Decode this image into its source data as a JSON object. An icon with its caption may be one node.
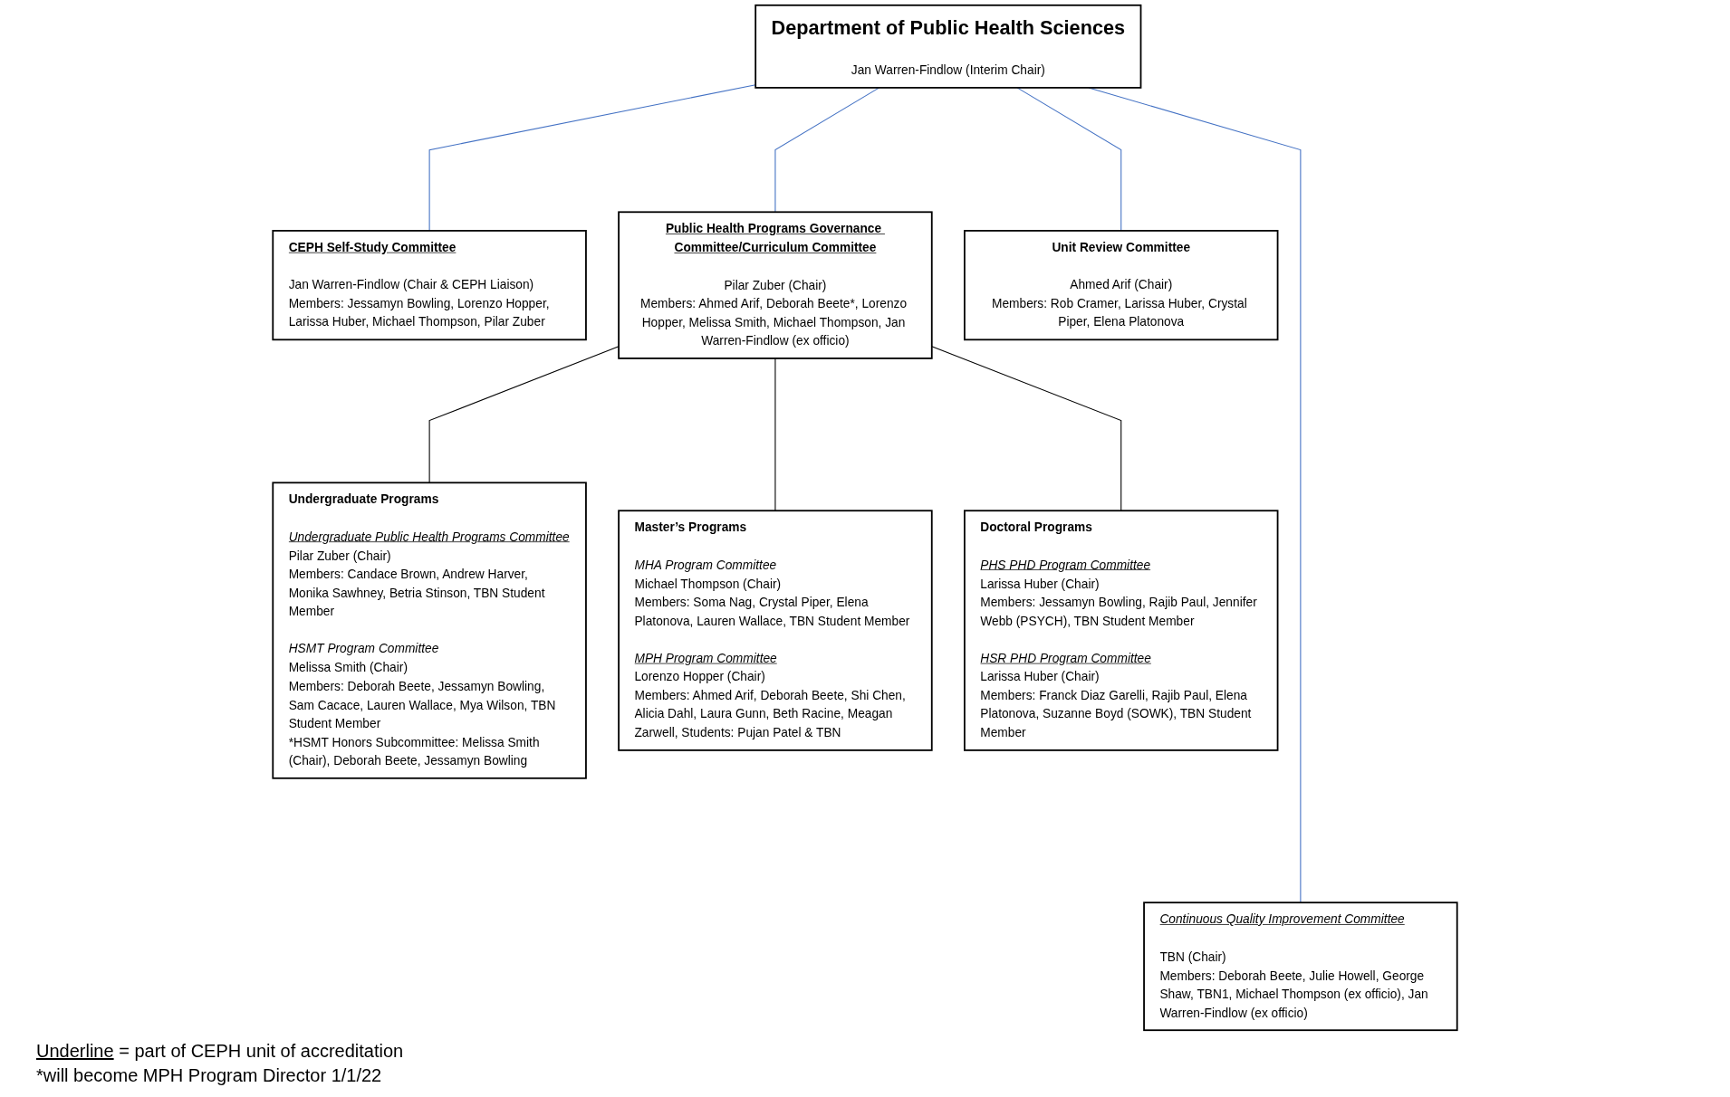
{
  "diagram": {
    "nodes": [
      {
        "text": [
          "Department of Public Health Sciences",
          "Jan Warren-Findlow (Interim Chair)"
        ]
      },
      {
        "text": [
          "CEPH Self-Study Committee",
          "Jan Warren-Findlow (Chair & CEPH Liaison)",
          "Members: Jessamyn Bowling, Lorenzo Hopper, Larissa Huber, Michael Thompson, Pilar Zuber"
        ]
      },
      {
        "text": [
          "Public Health Programs Governance Committee/Curriculum Committee",
          "Pilar Zuber (Chair)",
          "Members: Ahmed Arif, Deborah Beete*, Lorenzo Hopper, Melissa Smith, Michael Thompson, Jan Warren-Findlow (ex officio)"
        ]
      },
      {
        "text": [
          "Unit Review Committee",
          "Ahmed Arif (Chair)",
          "Members: Rob Cramer, Larissa Huber, Crystal Piper, Elena Platonova"
        ]
      },
      {
        "text": [
          "Undergraduate Programs",
          "Undergraduate Public Health Programs Committee",
          "Pilar Zuber (Chair)",
          "Members: Candace Brown, Andrew Harver, Monika Sawhney, Betria Stinson, TBN Student Member",
          "HSMT Program Committee",
          "Melissa Smith (Chair)",
          "Members: Deborah Beete, Jessamyn Bowling, Sam Cacace, Lauren Wallace, Mya Wilson, TBN Student Member",
          "*HSMT Honors Subcommittee: Melissa Smith (Chair), Deborah Beete, Jessamyn Bowling"
        ]
      },
      {
        "text": [
          "Master’s Programs",
          "MHA Program Committee",
          "Michael Thompson (Chair)",
          "Members: Soma Nag, Crystal Piper, Elena Platonova, Lauren Wallace, TBN Student Member",
          "MPH Program Committee",
          "Lorenzo Hopper (Chair)",
          "Members: Ahmed Arif, Deborah Beete, Shi Chen, Alicia Dahl, Laura Gunn, Beth Racine, Meagan Zarwell, Students: Pujan Patel & TBN"
        ]
      },
      {
        "text": [
          "Doctoral Programs",
          "PHS PHD Program Committee",
          "Larissa Huber (Chair)",
          "Members: Jessamyn Bowling, Rajib Paul, Jennifer Webb (PSYCH), TBN Student Member",
          "HSR PHD Program Committee",
          "Larissa Huber (Chair)",
          "Members: Franck Diaz Garelli, Rajib Paul, Elena Platonova, Suzanne Boyd (SOWK), TBN Student Member"
        ]
      },
      {
        "text": [
          "Continuous Quality Improvement Committee",
          "TBN (Chair)",
          "Members: Deborah Beete, Julie Howell, George Shaw, TBN1, Michael Thompson (ex officio), Jan Warren-Findlow (ex officio)"
        ]
      }
    ],
    "edges": [
      {
        "from": 0,
        "to": 1,
        "arrow": "none"
      },
      {
        "from": 0,
        "to": 2,
        "arrow": "none"
      },
      {
        "from": 0,
        "to": 3,
        "arrow": "none"
      },
      {
        "from": 0,
        "to": 7,
        "arrow": "none"
      },
      {
        "from": 2,
        "to": 4,
        "arrow": "none",
        "color": "#000000"
      },
      {
        "from": 2,
        "to": 5,
        "arrow": "none",
        "color": "#000000"
      },
      {
        "from": 2,
        "to": 6,
        "arrow": "none",
        "color": "#000000"
      }
    ],
    "labels": [
      "Underline",
      "= part of CEPH unit of accreditation",
      "*will become MPH Program Director 1/1/22"
    ]
  }
}
